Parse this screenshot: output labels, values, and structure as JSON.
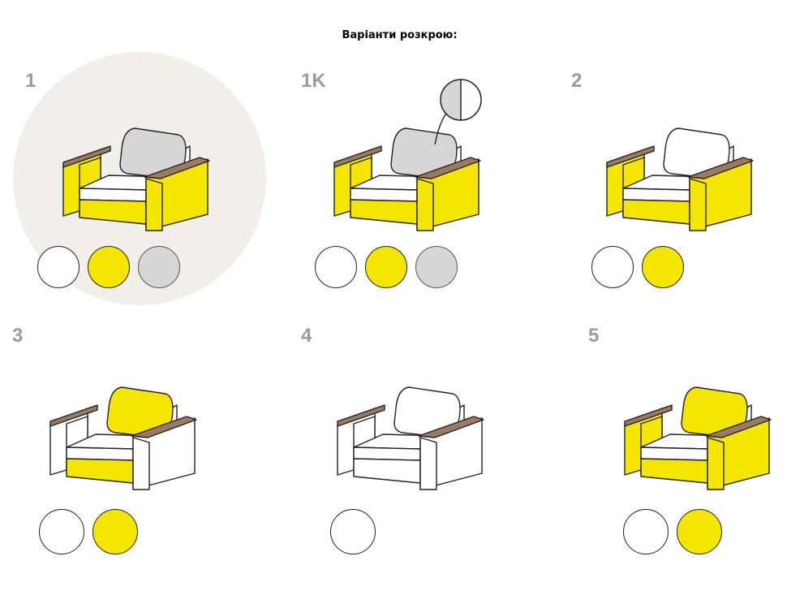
{
  "page": {
    "title": "Варіанти розкрою:"
  },
  "colors": {
    "white": "#ffffff",
    "yellow": "#f5e600",
    "grey": "#d6d6d6",
    "wood": "#9a7a62",
    "outline": "#222222",
    "number": "#9b9b9b",
    "highlight": "#f1efe9"
  },
  "options": [
    {
      "label": "1",
      "arm": "yellow",
      "base": "yellow",
      "back": "grey",
      "seat": "white",
      "highlighted": true,
      "half_circle": false,
      "swatches": [
        "white",
        "yellow",
        "grey"
      ]
    },
    {
      "label": "1K",
      "arm": "yellow",
      "base": "yellow",
      "back": "grey",
      "seat": "white",
      "highlighted": false,
      "half_circle": true,
      "swatches": [
        "white",
        "yellow",
        "grey"
      ]
    },
    {
      "label": "2",
      "arm": "yellow",
      "base": "yellow",
      "back": "white",
      "seat": "white",
      "highlighted": false,
      "half_circle": false,
      "swatches": [
        "white",
        "yellow"
      ]
    },
    {
      "label": "3",
      "arm": "white",
      "base": "yellow",
      "back": "yellow",
      "seat": "white",
      "highlighted": false,
      "half_circle": false,
      "swatches": [
        "white",
        "yellow"
      ]
    },
    {
      "label": "4",
      "arm": "white",
      "base": "white",
      "back": "white",
      "seat": "white",
      "highlighted": false,
      "half_circle": false,
      "swatches": [
        "white"
      ]
    },
    {
      "label": "5",
      "arm": "yellow",
      "base": "yellow",
      "back": "yellow",
      "seat": "white",
      "highlighted": false,
      "half_circle": false,
      "swatches": [
        "white",
        "yellow"
      ]
    }
  ]
}
